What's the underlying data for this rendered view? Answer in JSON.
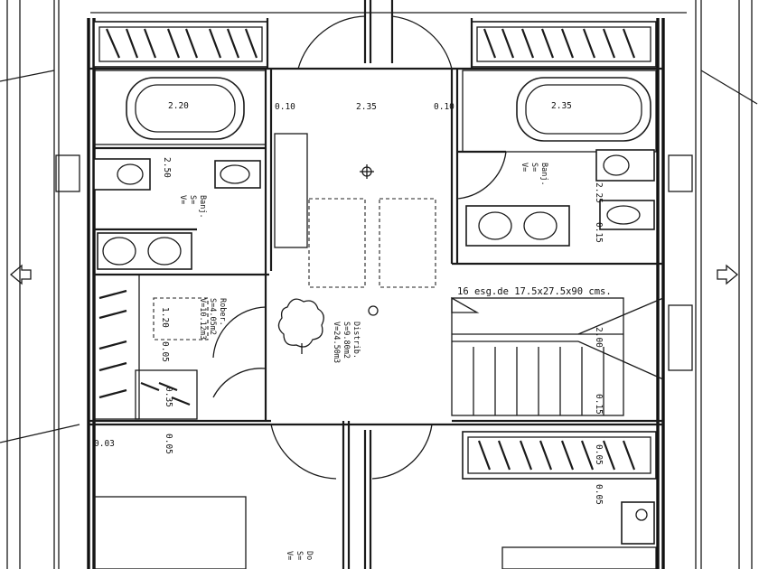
{
  "dimensions": {
    "top": [
      "2.20",
      "0.10",
      "2.35",
      "0.10",
      "2.35"
    ],
    "vertical_left": [
      "2.50",
      "1.20",
      "0.05",
      "0.35",
      "0.05",
      "0.03"
    ],
    "vertical_right": [
      "2.25",
      "0.15",
      "2.00",
      "0.15",
      "0.05",
      "0.05"
    ]
  },
  "rooms": {
    "bath_left": [
      "Banj.",
      "S=",
      "V="
    ],
    "bath_right": [
      "Banj.",
      "S=",
      "V="
    ],
    "wardrobe": [
      "Rober.",
      "S=4.05m2",
      "V=10.12m3"
    ],
    "hall": [
      "Distrib.",
      "S=9.80m2",
      "V=24.50m3"
    ],
    "bottom": [
      "Do",
      "S=",
      "V="
    ]
  },
  "stairs": {
    "note": "16 esg.de 17.5x27.5x90 cms."
  },
  "colors": {
    "ink": "#1a1a1a",
    "paper": "#ffffff"
  }
}
